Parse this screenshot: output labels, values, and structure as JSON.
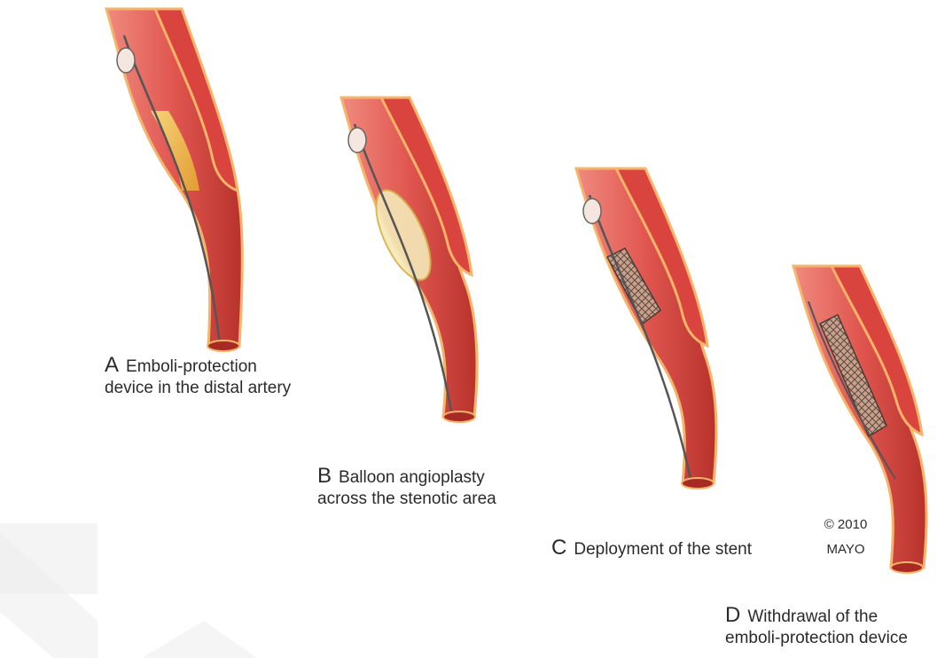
{
  "colors": {
    "artery_outer": "#e0564f",
    "artery_inner": "#c9302c",
    "artery_edge": "#f6b46b",
    "plaque": "#f1c94a",
    "watermark": "#e6e6e6",
    "text": "#2a2a2a"
  },
  "panels": [
    {
      "letter": "A",
      "line1": "Emboli-protection",
      "line2": "device in the distal artery"
    },
    {
      "letter": "B",
      "line1": "Balloon angioplasty",
      "line2": "across the stenotic area"
    },
    {
      "letter": "C",
      "line1": "Deployment of the stent",
      "line2": ""
    },
    {
      "letter": "D",
      "line1": "Withdrawal of the",
      "line2": "emboli-protection device"
    }
  ],
  "copyright": {
    "line1": "© 2010",
    "line2": "MAYO"
  }
}
